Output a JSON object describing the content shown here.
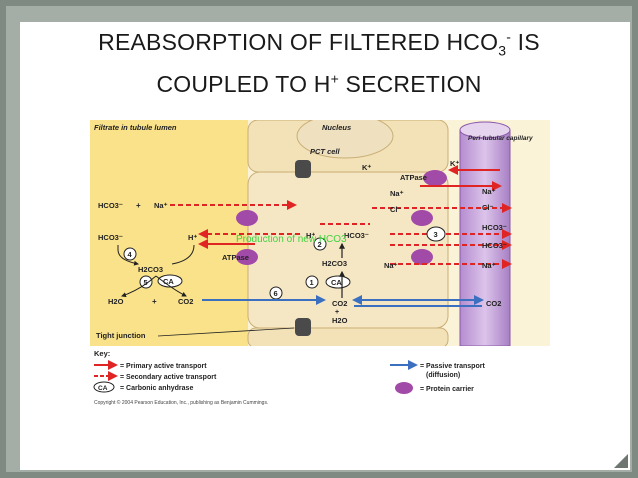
{
  "slide": {
    "title_line1_a": "REABSORPTION OF FILTERED HCO",
    "title_line1_sub": "3",
    "title_line1_sup": "-",
    "title_line1_b": " IS",
    "title_line2_a": "COUPLED TO H",
    "title_line2_sup": "+",
    "title_line2_b": " SECRETION"
  },
  "figure": {
    "filtrate_label": "Filtrate in tubule lumen",
    "nucleus_label": "Nucleus",
    "pct_cell_label": "PCT cell",
    "peritubular_label": "Peri-tubular capillary",
    "tight_junction_label": "Tight junction",
    "overlay_text": "Production of new HCO3",
    "lumen": {
      "hco3_top": "HCO3⁻",
      "na_top": "Na⁺",
      "hco3_mid": "HCO3⁻",
      "h_mid": "H⁺",
      "h2co3": "H2CO3",
      "h2o": "H2O",
      "co2": "CO2",
      "ca": "CA",
      "step4": "4",
      "step5": "5",
      "atpase": "ATPase"
    },
    "cell": {
      "h": "H⁺",
      "hco3": "HCO3⁻",
      "h2co3": "H2CO3",
      "co2": "CO2",
      "h2o": "H2O",
      "ca": "CA",
      "step1": "1",
      "step2": "2",
      "step3": "3",
      "step6": "6",
      "k_in": "K⁺",
      "k_out": "K⁺",
      "na_out": "Na⁺",
      "cl_out": "Cl⁻",
      "na_in": "Na⁺",
      "atpase": "ATPase"
    },
    "capillary": {
      "na": "Na⁺",
      "cl": "Cl⁻",
      "hco3_a": "HCO3⁻",
      "hco3_b": "HCO3⁻",
      "na_b": "Na⁺",
      "co2": "CO2"
    },
    "key": {
      "heading": "Key:",
      "primary": "= Primary active transport",
      "secondary": "= Secondary active transport",
      "ca_label": "CA",
      "ca_text": "= Carbonic anhydrase",
      "passive_a": "= Passive transport",
      "passive_b": "(diffusion)",
      "carrier": "= Protein carrier"
    },
    "copyright": "Copyright © 2004 Pearson Education, Inc., publishing as Benjamin Cummings."
  },
  "colors": {
    "lumen": "#f9e28a",
    "cell": "#f6e7c4",
    "capillary": "#c9a6dc",
    "red_arrow": "#e02424",
    "blue_arrow": "#3b6fc0",
    "carrier": "#a24aa8",
    "overlay": "#3fd23f"
  }
}
